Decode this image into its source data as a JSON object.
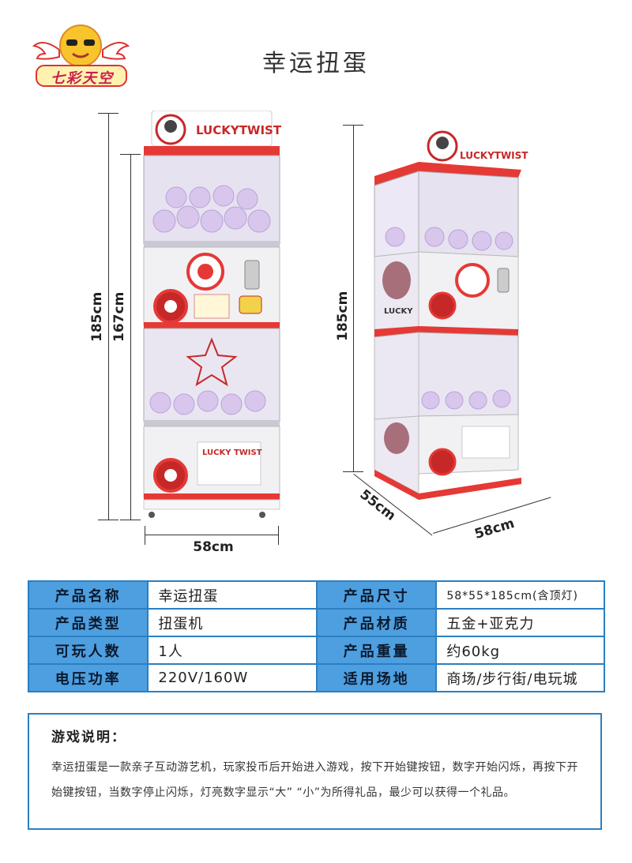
{
  "brand": {
    "logo_text": "七彩天空"
  },
  "title": "幸运扭蛋",
  "machine": {
    "brand_name": "LUCKY TWIST"
  },
  "dimensions": {
    "front_total_height": "185cm",
    "front_body_height": "167cm",
    "front_width": "58cm",
    "side_height": "185cm",
    "side_depth": "55cm",
    "side_width": "58cm"
  },
  "specs": [
    {
      "label1": "产品名称",
      "value1": "幸运扭蛋",
      "label2": "产品尺寸",
      "value2": "58*55*185cm(含顶灯)"
    },
    {
      "label1": "产品类型",
      "value1": "扭蛋机",
      "label2": "产品材质",
      "value2": "五金+亚克力"
    },
    {
      "label1": "可玩人数",
      "value1": "1人",
      "label2": "产品重量",
      "value2": "约60kg"
    },
    {
      "label1": "电压功率",
      "value1": "220V/160W",
      "label2": "适用场地",
      "value2": "商场/步行街/电玩城"
    }
  ],
  "description": {
    "title": "游戏说明：",
    "text": "幸运扭蛋是一款亲子互动游艺机，玩家投币后开始进入游戏，按下开始键按钮，数字开始闪烁，再按下开始键按钮，当数字停止闪烁，灯亮数字显示“大” “小”为所得礼品，最少可以获得一个礼品。"
  }
}
